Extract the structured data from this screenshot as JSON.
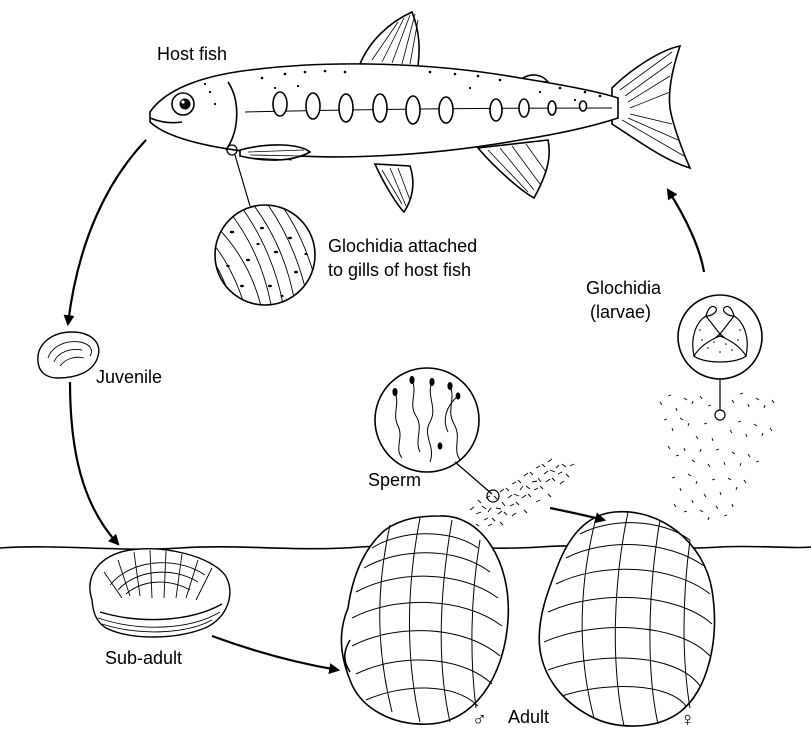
{
  "labels": {
    "host_fish": "Host fish",
    "glochidia_attached_line1": "Glochidia attached",
    "glochidia_attached_line2": "to gills of host fish",
    "glochidia_line1": "Glochidia",
    "glochidia_line2": "(larvae)",
    "juvenile": "Juvenile",
    "sperm": "Sperm",
    "sub_adult": "Sub-adult",
    "adult": "Adult",
    "male_symbol": "♂",
    "female_symbol": "♀"
  },
  "colors": {
    "ink": "#000000",
    "paper": "#ffffff"
  }
}
